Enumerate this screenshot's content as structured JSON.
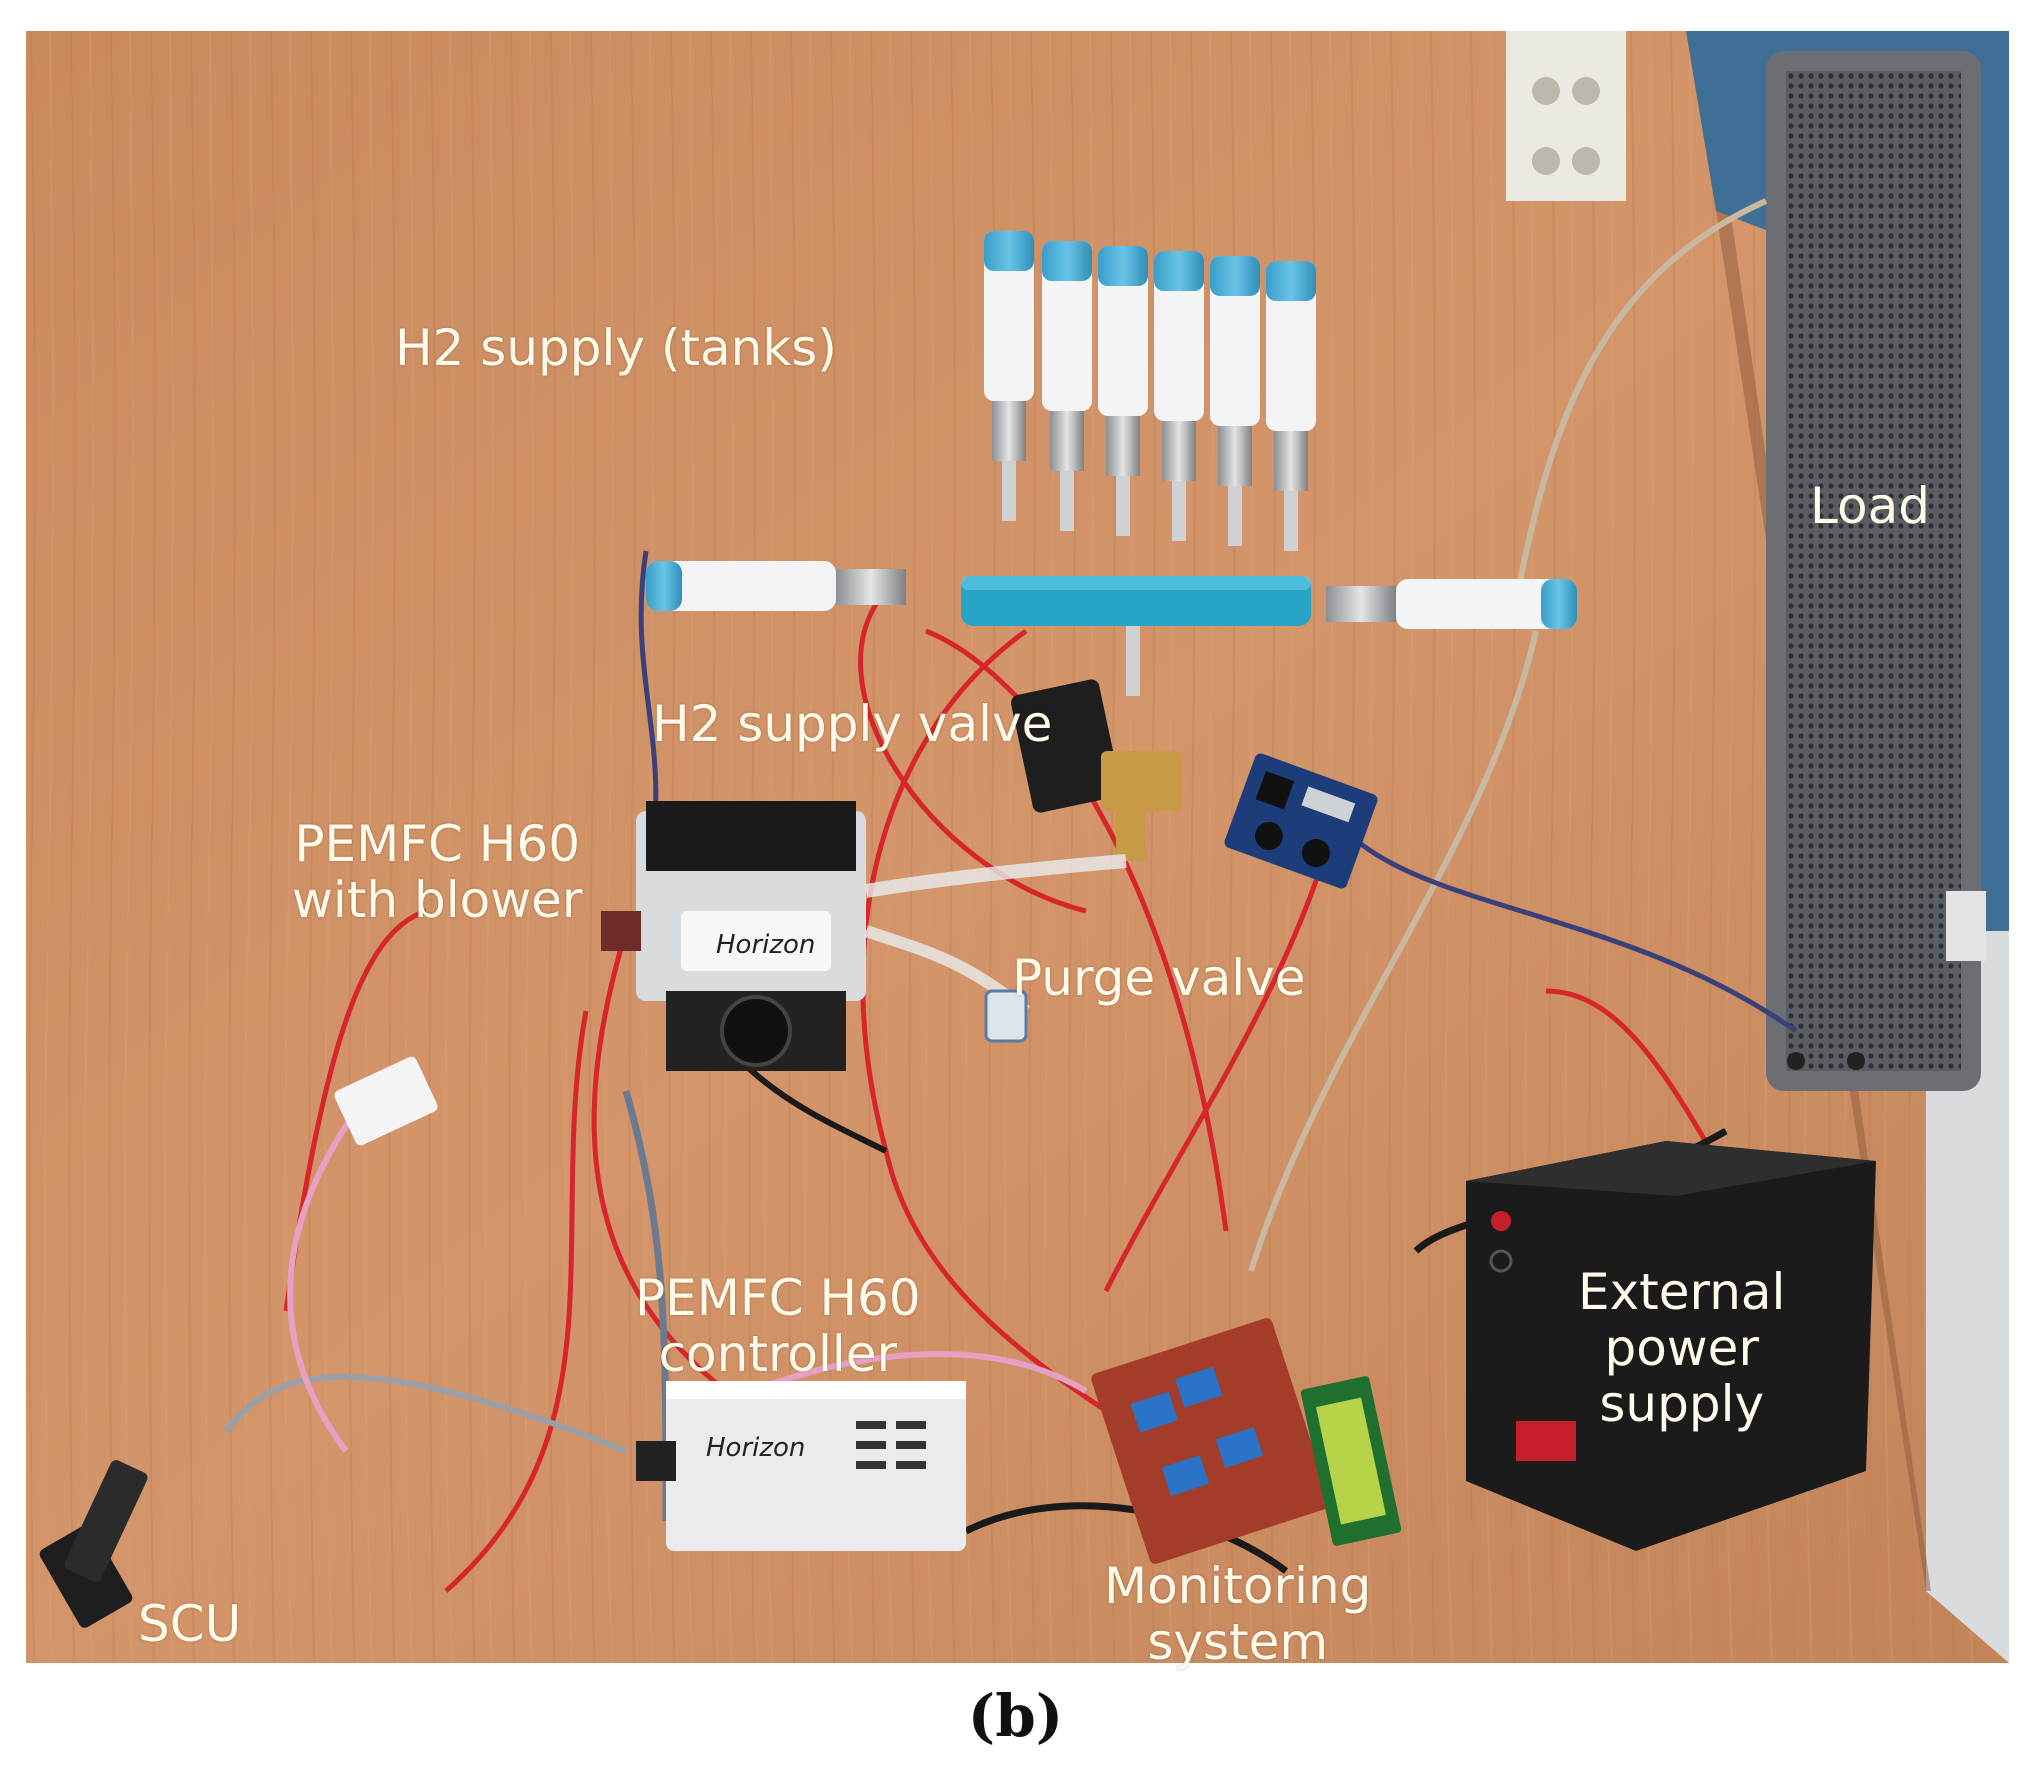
{
  "labels": {
    "h2_tanks": "H2 supply (tanks)",
    "load": "Load",
    "h2_valve": "H2 supply valve",
    "pemfc_line1": "PEMFC H60",
    "pemfc_line2": "with blower",
    "purge": "Purge valve",
    "controller_line1": "PEMFC H60",
    "controller_line2": "controller",
    "ext_line1": "External",
    "ext_line2": "power",
    "ext_line3": "supply",
    "monitoring_line1": "Monitoring",
    "monitoring_line2": "system",
    "scu": "SCU"
  },
  "brand": {
    "stack": "Horizon",
    "controller": "Horizon"
  },
  "caption": "(b)"
}
